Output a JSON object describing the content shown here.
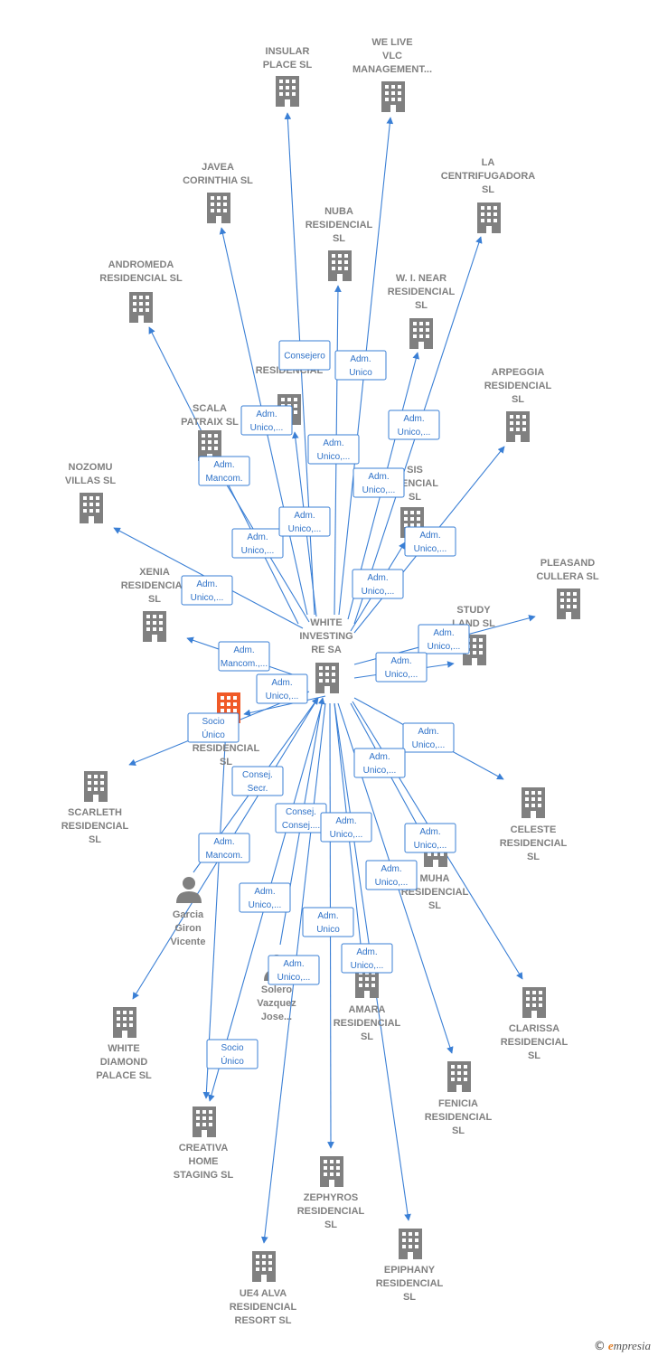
{
  "colors": {
    "edge": "#3a7fd5",
    "node": "#808080",
    "highlight": "#f05a28",
    "label_text": "#2f72c8"
  },
  "brand": {
    "copyright": "©",
    "first_letter": "e",
    "rest": "mpresia"
  },
  "nodes": [
    {
      "id": "insular",
      "type": "company",
      "label": [
        "INSULAR",
        "PLACE  SL"
      ]
    },
    {
      "id": "welive",
      "type": "company",
      "label": [
        "WE LIVE",
        "VLC",
        "MANAGEMENT..."
      ]
    },
    {
      "id": "javea",
      "type": "company",
      "label": [
        "JAVEA",
        "CORINTHIA  SL"
      ]
    },
    {
      "id": "centrifugadora",
      "type": "company",
      "label": [
        "LA",
        "CENTRIFUGADORA",
        "SL"
      ]
    },
    {
      "id": "nuba",
      "type": "company",
      "label": [
        "NUBA",
        "RESIDENCIAL",
        "SL"
      ]
    },
    {
      "id": "andromeda",
      "type": "company",
      "label": [
        "ANDROMEDA",
        "RESIDENCIAL SL"
      ]
    },
    {
      "id": "winear",
      "type": "company",
      "label": [
        "W.  I. NEAR",
        "RESIDENCIAL",
        "SL"
      ]
    },
    {
      "id": "g_res",
      "type": "company",
      "label": [
        "G",
        "RESIDENCIAL"
      ]
    },
    {
      "id": "arpeggia",
      "type": "company",
      "label": [
        "ARPEGGIA",
        "RESIDENCIAL",
        "SL"
      ]
    },
    {
      "id": "scala",
      "type": "company",
      "label": [
        "SCALA",
        "PATRAIX  SL"
      ]
    },
    {
      "id": "nozomu",
      "type": "company",
      "label": [
        "NOZOMU",
        "VILLAS  SL"
      ]
    },
    {
      "id": "sis",
      "type": "company",
      "label": [
        "SIS",
        "IDENCIAL",
        "SL"
      ]
    },
    {
      "id": "pleasand",
      "type": "company",
      "label": [
        "PLEASAND",
        "CULLERA  SL"
      ]
    },
    {
      "id": "xenia",
      "type": "company",
      "label": [
        "XENIA",
        "RESIDENCIAL",
        "SL"
      ]
    },
    {
      "id": "white_investing",
      "type": "company",
      "label": [
        "WHITE",
        "INVESTING",
        "RE SA"
      ]
    },
    {
      "id": "study",
      "type": "company",
      "label": [
        "STUDY",
        "LAND  SL"
      ]
    },
    {
      "id": "no_res",
      "type": "company_highlight",
      "label": [
        "NO",
        "RESIDENCIAL",
        "SL"
      ]
    },
    {
      "id": "scarleth",
      "type": "company",
      "label": [
        "SCARLETH",
        "RESIDENCIAL",
        "SL"
      ]
    },
    {
      "id": "celeste",
      "type": "company",
      "label": [
        "CELESTE",
        "RESIDENCIAL",
        "SL"
      ]
    },
    {
      "id": "muha",
      "type": "company",
      "label": [
        "MUHA",
        "RESIDENCIAL",
        "SL"
      ]
    },
    {
      "id": "garcia",
      "type": "person",
      "label": [
        "Garcia",
        "Giron",
        "Vicente"
      ]
    },
    {
      "id": "solero",
      "type": "person",
      "label": [
        "Solero",
        "Vazquez",
        "Jose..."
      ]
    },
    {
      "id": "amara",
      "type": "company",
      "label": [
        "AMARA",
        "RESIDENCIAL",
        "SL"
      ]
    },
    {
      "id": "clarissa",
      "type": "company",
      "label": [
        "CLARISSA",
        "RESIDENCIAL",
        "SL"
      ]
    },
    {
      "id": "white_diamond",
      "type": "company",
      "label": [
        "WHITE",
        "DIAMOND",
        "PALACE  SL"
      ]
    },
    {
      "id": "fenicia",
      "type": "company",
      "label": [
        "FENICIA",
        "RESIDENCIAL",
        "SL"
      ]
    },
    {
      "id": "creativa",
      "type": "company",
      "label": [
        "CREATIVA",
        "HOME",
        "STAGING  SL"
      ]
    },
    {
      "id": "zephyros",
      "type": "company",
      "label": [
        "ZEPHYROS",
        "RESIDENCIAL",
        "SL"
      ]
    },
    {
      "id": "epiphany",
      "type": "company",
      "label": [
        "EPIPHANY",
        "RESIDENCIAL",
        "SL"
      ]
    },
    {
      "id": "ue4",
      "type": "company",
      "label": [
        "UE4 ALVA",
        "RESIDENCIAL",
        "RESORT  SL"
      ]
    }
  ],
  "edges": [
    {
      "from": "white_investing",
      "to": "insular",
      "label": [
        "Consejero"
      ]
    },
    {
      "from": "white_investing",
      "to": "welive",
      "label": [
        "Adm.",
        "Unico"
      ]
    },
    {
      "from": "white_investing",
      "to": "javea",
      "label": [
        "Adm.",
        "Unico,..."
      ]
    },
    {
      "from": "white_investing",
      "to": "centrifugadora",
      "label": [
        "Adm.",
        "Unico,..."
      ]
    },
    {
      "from": "white_investing",
      "to": "nuba",
      "label": [
        "Adm.",
        "Unico,..."
      ]
    },
    {
      "from": "white_investing",
      "to": "andromeda",
      "label": [
        "Adm.",
        "Unico,..."
      ]
    },
    {
      "from": "white_investing",
      "to": "winear",
      "label": [
        "Adm.",
        "Unico,..."
      ]
    },
    {
      "from": "white_investing",
      "to": "g_res",
      "label": [
        "Adm.",
        "Unico,..."
      ]
    },
    {
      "from": "white_investing",
      "to": "arpeggia",
      "label": [
        "Adm.",
        "Unico,..."
      ]
    },
    {
      "from": "white_investing",
      "to": "scala",
      "label": [
        "Adm.",
        "Mancom."
      ]
    },
    {
      "from": "white_investing",
      "to": "nozomu",
      "label": [
        "Adm.",
        "Unico,..."
      ]
    },
    {
      "from": "white_investing",
      "to": "sis",
      "label": [
        "Adm.",
        "Unico,..."
      ]
    },
    {
      "from": "white_investing",
      "to": "pleasand",
      "label": [
        "Adm.",
        "Unico,..."
      ]
    },
    {
      "from": "white_investing",
      "to": "xenia",
      "label": [
        "Adm.",
        "Mancom.,..."
      ]
    },
    {
      "from": "white_investing",
      "to": "study",
      "label": [
        "Adm.",
        "Unico,..."
      ]
    },
    {
      "from": "white_investing",
      "to": "scarleth",
      "label": [
        "Adm.",
        "Unico,..."
      ]
    },
    {
      "from": "no_res",
      "to": "creativa",
      "label": [
        "Socio",
        "Único"
      ]
    },
    {
      "from": "white_investing",
      "to": "celeste",
      "label": [
        "Adm.",
        "Unico,..."
      ]
    },
    {
      "from": "white_investing",
      "to": "muha",
      "label": [
        "Adm.",
        "Unico,..."
      ]
    },
    {
      "from": "garcia",
      "to": "white_investing",
      "label": [
        "Consej.",
        "Secr."
      ]
    },
    {
      "from": "white_investing",
      "to": "white_diamond",
      "label": [
        "Adm.",
        "Mancom."
      ]
    },
    {
      "from": "solero",
      "to": "white_investing",
      "label": [
        "Consej.",
        "Consej...."
      ]
    },
    {
      "from": "white_investing",
      "to": "amara",
      "label": [
        "Adm.",
        "Unico,..."
      ]
    },
    {
      "from": "white_investing",
      "to": "clarissa",
      "label": [
        "Adm.",
        "Unico,..."
      ]
    },
    {
      "from": "white_investing",
      "to": "fenicia",
      "label": [
        "Adm.",
        "Unico,..."
      ]
    },
    {
      "from": "white_investing",
      "to": "creativa",
      "label": [
        "Adm.",
        "Unico,..."
      ]
    },
    {
      "from": "white_investing",
      "to": "zephyros",
      "label": [
        "Adm.",
        "Unico"
      ]
    },
    {
      "from": "white_investing",
      "to": "epiphany",
      "label": [
        "Adm.",
        "Unico,..."
      ]
    },
    {
      "from": "white_investing",
      "to": "ue4",
      "label": [
        "Adm.",
        "Unico,..."
      ]
    },
    {
      "from": "white_investing",
      "to": "no_res",
      "label": [
        "Socio",
        "Único"
      ]
    }
  ]
}
